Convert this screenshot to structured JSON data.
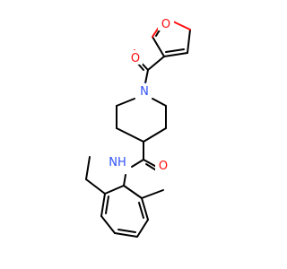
{
  "colors": {
    "background": "#ffffff",
    "carbon_bond": "#000000",
    "oxygen": "#ff0d0d",
    "nitrogen": "#3050f8"
  },
  "atoms": {
    "furan_oxygen": "O",
    "carbonyl_oxygen_top": "O",
    "piperidine_nitrogen": "N",
    "amide_oxygen": "O",
    "amide_nh": "NH"
  }
}
